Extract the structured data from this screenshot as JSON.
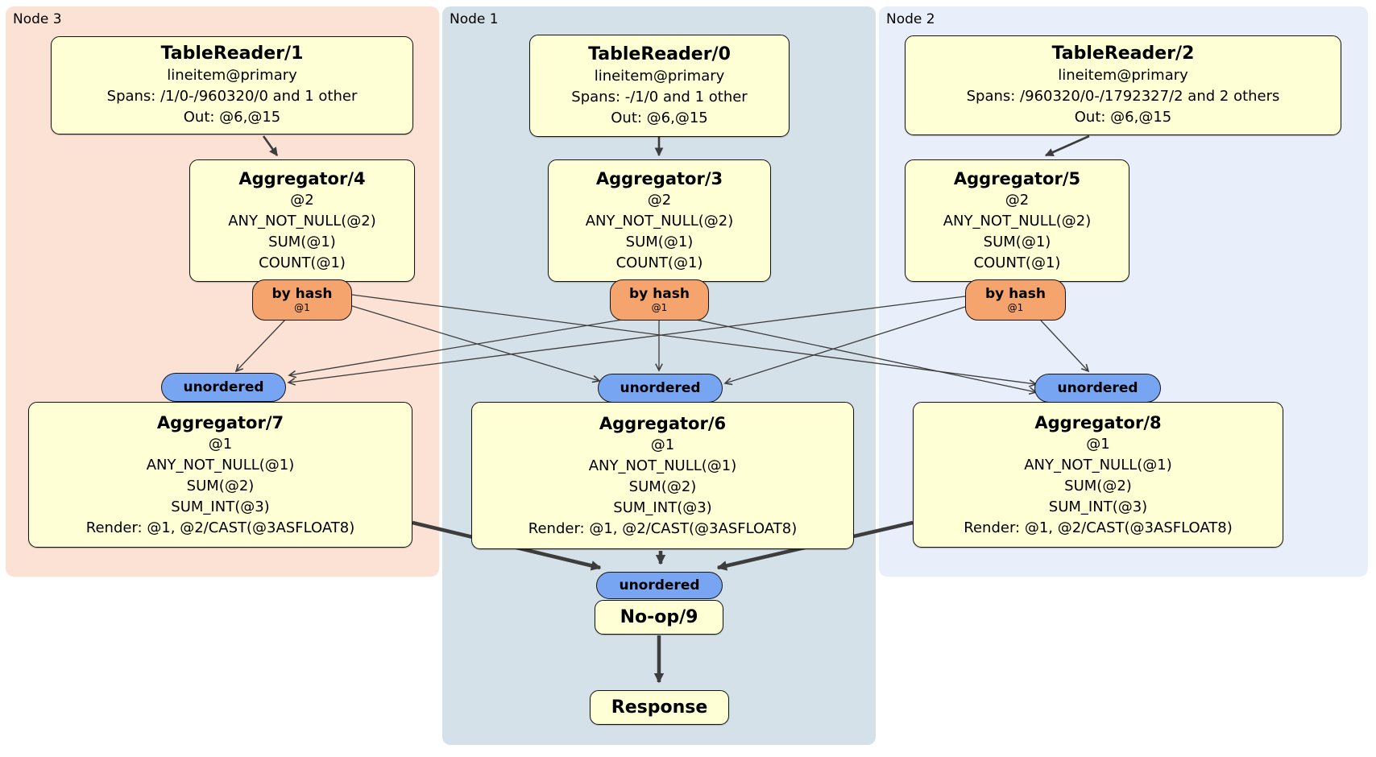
{
  "panels": {
    "node3": {
      "label": "Node 3"
    },
    "node1": {
      "label": "Node 1"
    },
    "node2": {
      "label": "Node 2"
    }
  },
  "boxes": {
    "tr1": {
      "title": "TableReader/1",
      "lines": [
        "lineitem@primary",
        "Spans: /1/0-/960320/0 and 1 other",
        "Out: @6,@15"
      ]
    },
    "tr0": {
      "title": "TableReader/0",
      "lines": [
        "lineitem@primary",
        "Spans: -/1/0 and 1 other",
        "Out: @6,@15"
      ]
    },
    "tr2": {
      "title": "TableReader/2",
      "lines": [
        "lineitem@primary",
        "Spans: /960320/0-/1792327/2 and 2 others",
        "Out: @6,@15"
      ]
    },
    "agg4": {
      "title": "Aggregator/4",
      "lines": [
        "@2",
        "ANY_NOT_NULL(@2)",
        "SUM(@1)",
        "COUNT(@1)"
      ]
    },
    "agg3": {
      "title": "Aggregator/3",
      "lines": [
        "@2",
        "ANY_NOT_NULL(@2)",
        "SUM(@1)",
        "COUNT(@1)"
      ]
    },
    "agg5": {
      "title": "Aggregator/5",
      "lines": [
        "@2",
        "ANY_NOT_NULL(@2)",
        "SUM(@1)",
        "COUNT(@1)"
      ]
    },
    "agg7": {
      "title": "Aggregator/7",
      "lines": [
        "@1",
        "ANY_NOT_NULL(@1)",
        "SUM(@2)",
        "SUM_INT(@3)",
        "Render: @1, @2/CAST(@3ASFLOAT8)"
      ]
    },
    "agg6": {
      "title": "Aggregator/6",
      "lines": [
        "@1",
        "ANY_NOT_NULL(@1)",
        "SUM(@2)",
        "SUM_INT(@3)",
        "Render: @1, @2/CAST(@3ASFLOAT8)"
      ]
    },
    "agg8": {
      "title": "Aggregator/8",
      "lines": [
        "@1",
        "ANY_NOT_NULL(@1)",
        "SUM(@2)",
        "SUM_INT(@3)",
        "Render: @1, @2/CAST(@3ASFLOAT8)"
      ]
    },
    "noop": {
      "title": "No-op/9"
    },
    "response": {
      "title": "Response"
    }
  },
  "routers": {
    "byhash4": {
      "label": "by hash",
      "key": "@1"
    },
    "byhash3": {
      "label": "by hash",
      "key": "@1"
    },
    "byhash5": {
      "label": "by hash",
      "key": "@1"
    }
  },
  "syncs": {
    "s7": {
      "label": "unordered"
    },
    "s6": {
      "label": "unordered"
    },
    "s8": {
      "label": "unordered"
    },
    "s9": {
      "label": "unordered"
    }
  },
  "colors": {
    "panel_node3": "#fbe2d5",
    "panel_node1": "#d4e1e8",
    "panel_node2": "#e9effa",
    "processor_fill": "#ffffd6",
    "router_fill": "#f5a46d",
    "sync_fill": "#78a5f2",
    "edge": "#3d3d3d"
  }
}
